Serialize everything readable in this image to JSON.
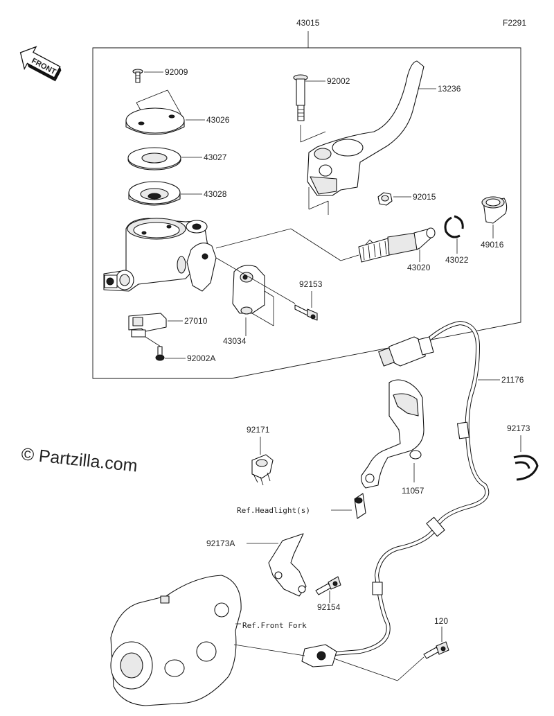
{
  "figure_code": "F2291",
  "front_badge": "FRONT",
  "watermark": "© Partzilla.com",
  "assembly_label": "43015",
  "parts": [
    {
      "id": "p92009",
      "label": "92009"
    },
    {
      "id": "p43026",
      "label": "43026"
    },
    {
      "id": "p43027",
      "label": "43027"
    },
    {
      "id": "p43028",
      "label": "43028"
    },
    {
      "id": "p92002",
      "label": "92002"
    },
    {
      "id": "p13236",
      "label": "13236"
    },
    {
      "id": "p92015",
      "label": "92015"
    },
    {
      "id": "p49016",
      "label": "49016"
    },
    {
      "id": "p43022",
      "label": "43022"
    },
    {
      "id": "p43020",
      "label": "43020"
    },
    {
      "id": "p92153",
      "label": "92153"
    },
    {
      "id": "p27010",
      "label": "27010"
    },
    {
      "id": "p43034",
      "label": "43034"
    },
    {
      "id": "p92002A",
      "label": "92002A"
    },
    {
      "id": "p21176",
      "label": "21176"
    },
    {
      "id": "p92171",
      "label": "92171"
    },
    {
      "id": "p92173",
      "label": "92173"
    },
    {
      "id": "p11057",
      "label": "11057"
    },
    {
      "id": "p92173A",
      "label": "92173A"
    },
    {
      "id": "p92154",
      "label": "92154"
    },
    {
      "id": "p120",
      "label": "120"
    }
  ],
  "references": {
    "headlight": "Ref.Headlight(s)",
    "front_fork": "Ref.Front Fork"
  }
}
